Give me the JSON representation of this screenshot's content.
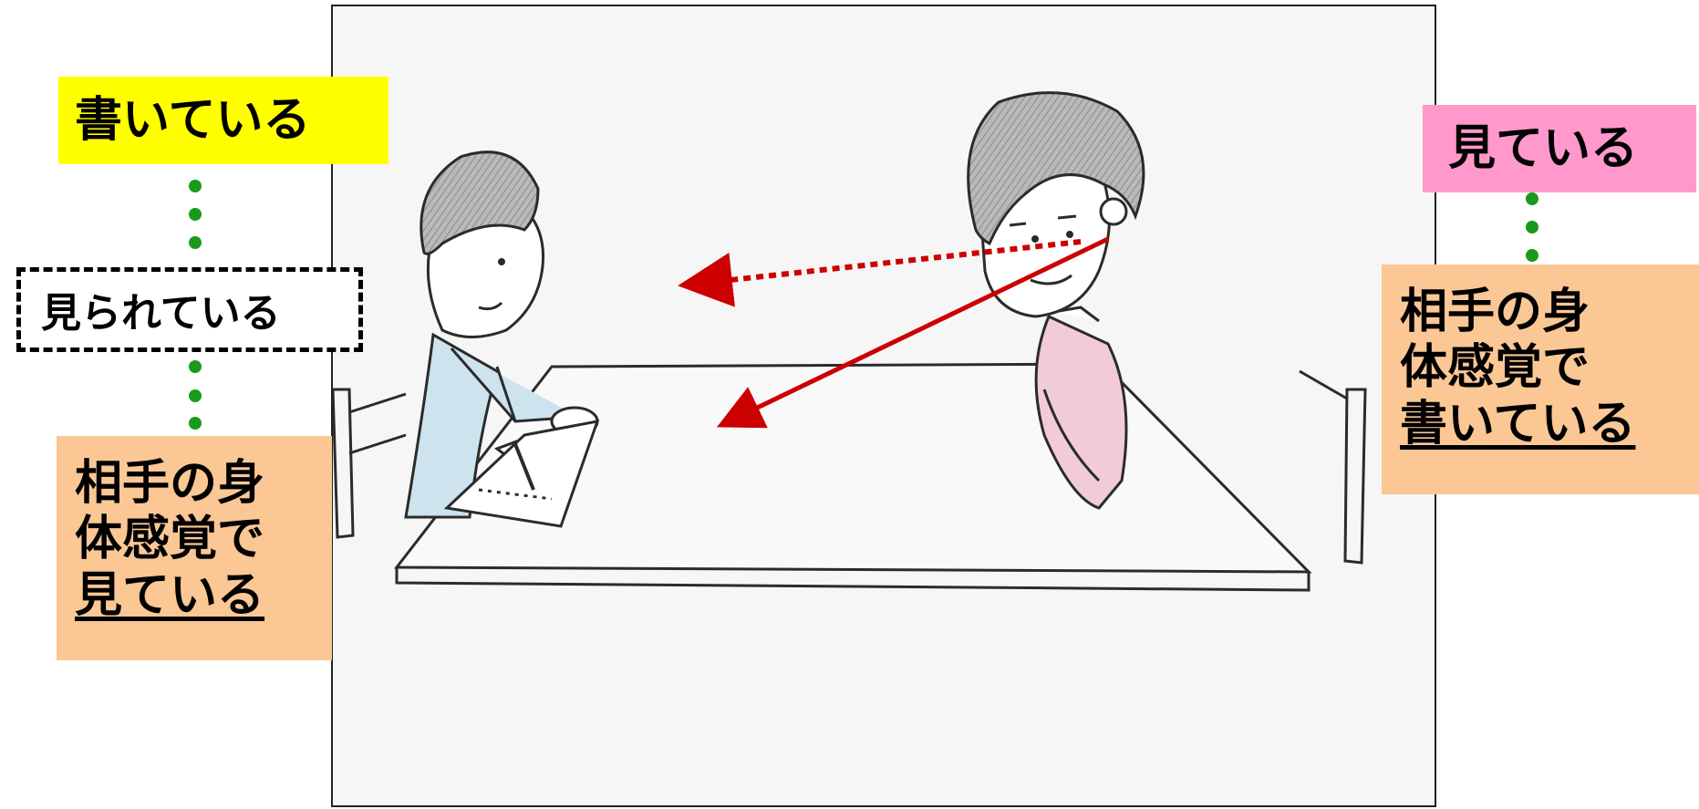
{
  "left": {
    "top_label": "書いている",
    "middle_label": "見られている",
    "bottom_line1": "相手の身",
    "bottom_line2": "体感覚で",
    "bottom_line3": "見ている"
  },
  "right": {
    "top_label": "見ている",
    "bottom_line1": "相手の身",
    "bottom_line2": "体感覚で",
    "bottom_line3": "書いている"
  },
  "colors": {
    "yellow_box": "#ffff00",
    "pink_box": "#ff99cc",
    "orange_box": "#fac795",
    "dots": "#1a9a1a",
    "arrow": "#cc0000",
    "child_shirt": "#cde3ee",
    "adult_shirt": "#f2cbd8"
  },
  "icons": {
    "scene": "drawing-two-people-at-table",
    "arrow_dotted": "dotted-red-arrow",
    "arrow_solid": "solid-red-arrow"
  }
}
